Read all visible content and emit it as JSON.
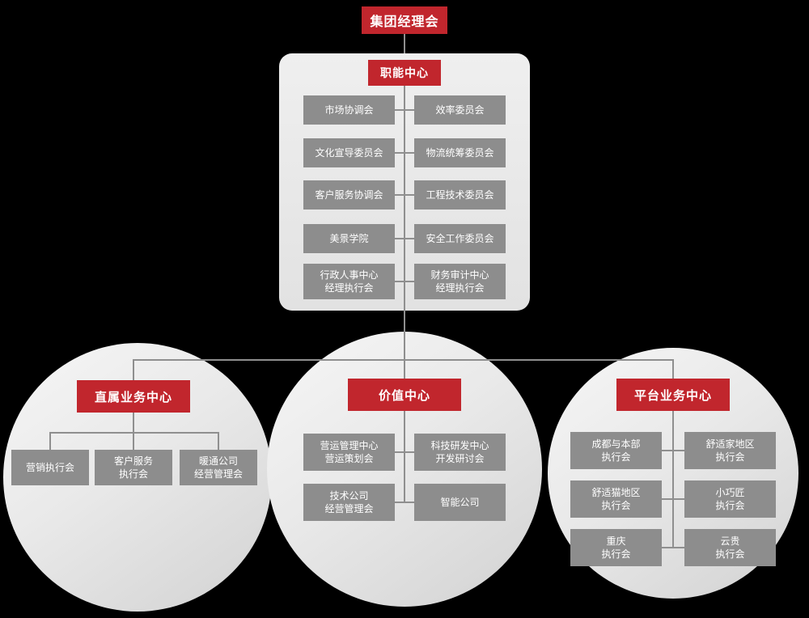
{
  "colors": {
    "background": "#000000",
    "accent_red": "#c1262d",
    "box_gray": "#8d8d8d",
    "panel_gray": "#e9e9e9",
    "connector_gray": "#8f8f8f"
  },
  "root": {
    "label": "集团经理会"
  },
  "functional_center": {
    "title": "职能中心",
    "left_column": [
      "市场协调会",
      "文化宣导委员会",
      "客户服务协调会",
      "美景学院",
      "行政人事中心\n经理执行会"
    ],
    "right_column": [
      "效率委员会",
      "物流统筹委员会",
      "工程技术委员会",
      "安全工作委员会",
      "财务审计中心\n经理执行会"
    ]
  },
  "branch_direct": {
    "title": "直属业务中心",
    "items": [
      "营销执行会",
      "客户服务\n执行会",
      "暖通公司\n经营管理会"
    ]
  },
  "branch_value": {
    "title": "价值中心",
    "items": [
      "营运管理中心\n营运策划会",
      "科技研发中心\n开发研讨会",
      "技术公司\n经营管理会",
      "智能公司"
    ]
  },
  "branch_platform": {
    "title": "平台业务中心",
    "items": [
      "成都与本部\n执行会",
      "舒适家地区\n执行会",
      "舒适猫地区\n执行会",
      "小巧匠\n执行会",
      "重庆\n执行会",
      "云贵\n执行会"
    ]
  }
}
